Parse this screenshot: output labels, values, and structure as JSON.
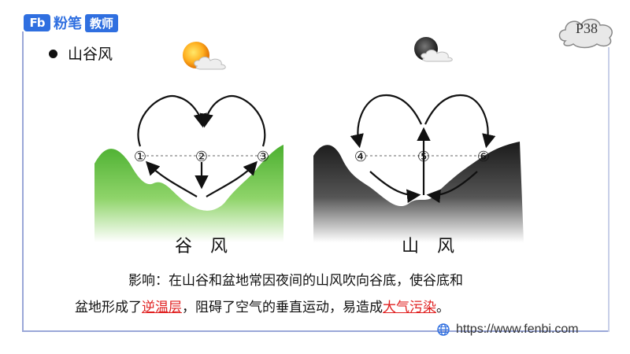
{
  "brand": {
    "mark": "Fb",
    "name": "粉笔",
    "tag": "教师",
    "color": "#2f6fe0"
  },
  "page_number": "P38",
  "title": "山谷风",
  "diagram": {
    "valley": {
      "label": "谷 风",
      "points": [
        "①",
        "②",
        "③"
      ],
      "fill": "#5cbf3a"
    },
    "mountain": {
      "label": "山 风",
      "points": [
        "④",
        "⑤",
        "⑥"
      ],
      "fill": "#333333"
    }
  },
  "paragraph": {
    "line1": "影响：在山谷和盆地常因夜间的山风吹向谷底，使谷底和",
    "line2_before": "盆地形成了",
    "line2_hl1": "逆温层",
    "line2_middle": "，阻碍了空气的垂直运动，易造成",
    "line2_hl2": "大气污染",
    "line2_after": "。",
    "highlight_color": "#e02020"
  },
  "footer": {
    "url": "https://www.fenbi.com",
    "icon": "globe-icon"
  }
}
